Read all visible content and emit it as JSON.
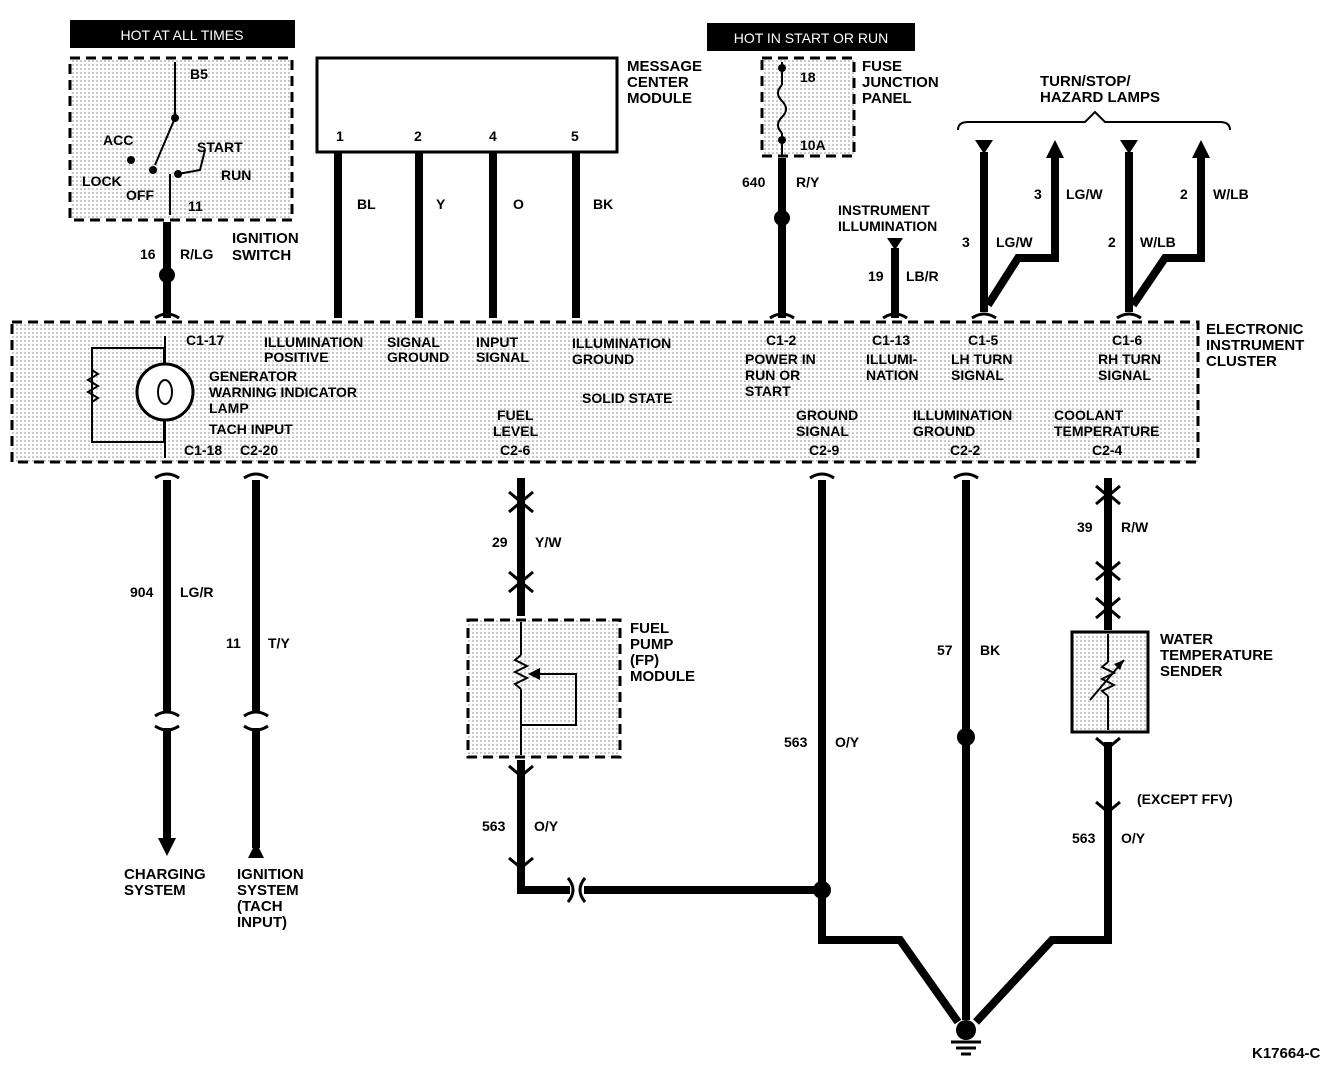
{
  "headers": {
    "hot_at_all_times": "HOT AT ALL TIMES",
    "hot_in_start_or_run": "HOT IN START OR RUN"
  },
  "ignition_switch": {
    "terminal_top": "B5",
    "acc": "ACC",
    "start": "START",
    "lock": "LOCK",
    "off": "OFF",
    "run": "RUN",
    "pin": "11",
    "title": "IGNITION SWITCH",
    "wire_number": "16",
    "wire_color": "R/LG"
  },
  "message_center": {
    "title": "MESSAGE CENTER MODULE",
    "pins": [
      "1",
      "2",
      "4",
      "5"
    ],
    "wire_colors": [
      "BL",
      "Y",
      "O",
      "BK"
    ]
  },
  "fuse_panel": {
    "fuse_number": "18",
    "fuse_rating": "10A",
    "title": "FUSE JUNCTION PANEL",
    "wire_number": "640",
    "wire_color": "R/Y"
  },
  "instrument_illumination": {
    "title": "INSTRUMENT ILLUMINATION",
    "wire_number": "19",
    "wire_color": "LB/R"
  },
  "turn_lamps": {
    "title": "TURN/STOP/ HAZARD LAMPS",
    "left_in_number": "3",
    "left_in_color": "LG/W",
    "left_out_number": "3",
    "left_out_color": "LG/W",
    "right_in_number": "2",
    "right_in_color": "W/LB",
    "right_out_number": "2",
    "right_out_color": "W/LB"
  },
  "cluster": {
    "title": "ELECTRONIC INSTRUMENT CLUSTER",
    "c1_17": "C1-17",
    "illum_positive": "ILLUMINATION POSITIVE",
    "signal_ground": "SIGNAL GROUND",
    "input_signal": "INPUT SIGNAL",
    "illum_ground_top": "ILLUMINATION GROUND",
    "c1_2": "C1-2",
    "power_in": "POWER IN RUN OR START",
    "c1_13": "C1-13",
    "illumination": "ILLUMI- NATION",
    "c1_5": "C1-5",
    "lh_turn": "LH TURN SIGNAL",
    "c1_6": "C1-6",
    "rh_turn": "RH TURN SIGNAL",
    "gen_lamp": "GENERATOR WARNING INDICATOR LAMP",
    "solid_state": "SOLID STATE",
    "tach_input": "TACH INPUT",
    "fuel_level": "FUEL LEVEL",
    "ground_signal": "GROUND SIGNAL",
    "illum_ground_bottom": "ILLUMINATION GROUND",
    "coolant_temp": "COOLANT TEMPERATURE",
    "c1_18": "C1-18",
    "c2_20": "C2-20",
    "c2_6": "C2-6",
    "c2_9": "C2-9",
    "c2_2": "C2-2",
    "c2_4": "C2-4"
  },
  "lower": {
    "w904_number": "904",
    "w904_color": "LG/R",
    "w11_number": "11",
    "w11_color": "T/Y",
    "w29_number": "29",
    "w29_color": "Y/W",
    "w563a_number": "563",
    "w563a_color": "O/Y",
    "w563b_number": "563",
    "w563b_color": "O/Y",
    "w57_number": "57",
    "w57_color": "BK",
    "w39_number": "39",
    "w39_color": "R/W",
    "w563c_number": "563",
    "w563c_color": "O/Y",
    "except_ffv": "(EXCEPT FFV)",
    "charging": "CHARGING SYSTEM",
    "ignition_system": "IGNITION SYSTEM (TACH INPUT)",
    "fuel_pump": "FUEL PUMP (FP) MODULE",
    "water_sender": "WATER TEMPERATURE SENDER"
  },
  "figure_id": "K17664-C"
}
